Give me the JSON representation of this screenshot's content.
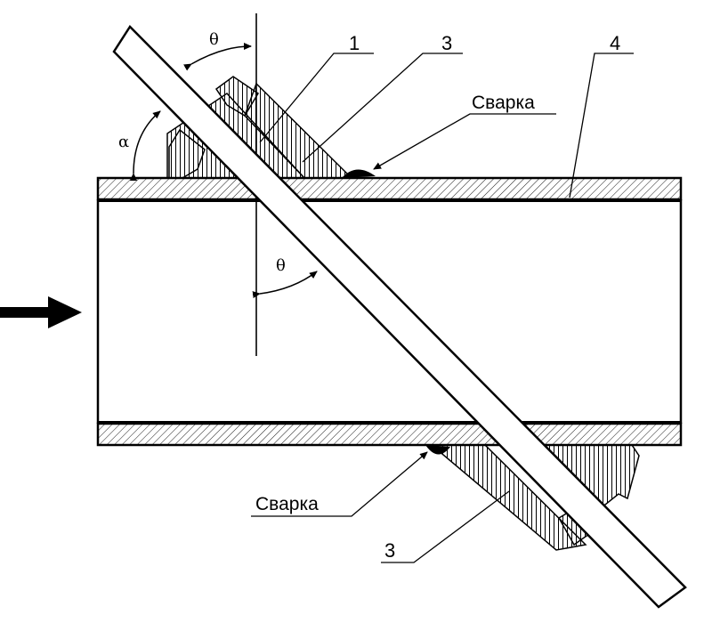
{
  "diagram": {
    "labels": {
      "part1": "1",
      "part3_top": "3",
      "part3_bottom": "3",
      "part4": "4",
      "weld_top": "Сварка",
      "weld_bottom": "Сварка",
      "theta_top": "θ",
      "theta_inner": "θ",
      "alpha": "α"
    }
  }
}
